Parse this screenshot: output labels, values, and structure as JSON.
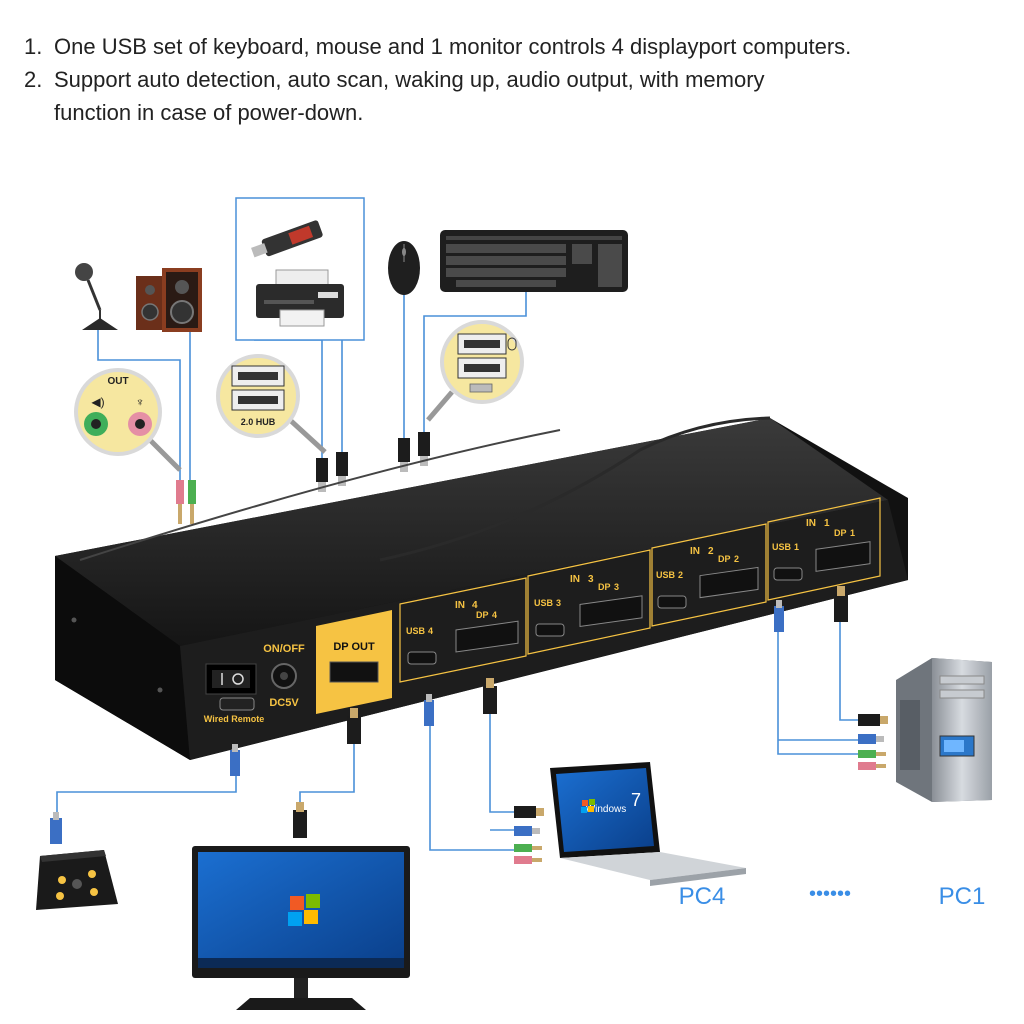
{
  "features": [
    {
      "num": "1.",
      "text": "One USB set of keyboard, mouse and 1 monitor controls 4 displayport computers."
    },
    {
      "num": "2.",
      "text": "Support auto detection, auto scan, waking up, audio output, with memory",
      "cont": "function in case of power-down."
    }
  ],
  "audio_callout": {
    "header": "OUT"
  },
  "usb_hub_label": "2.0 HUB",
  "front_panel": {
    "switch_label": "ON/OFF",
    "power_label": "DC5V",
    "remote_label": "Wired Remote",
    "dp_out_label": "DP OUT"
  },
  "ports": [
    {
      "in_label": "IN",
      "in_num": "4",
      "usb_label": "USB",
      "usb_num": "4",
      "dp_label": "DP",
      "dp_num": "4"
    },
    {
      "in_label": "IN",
      "in_num": "3",
      "usb_label": "USB",
      "usb_num": "3",
      "dp_label": "DP",
      "dp_num": "3"
    },
    {
      "in_label": "IN",
      "in_num": "2",
      "usb_label": "USB",
      "usb_num": "2",
      "dp_label": "DP",
      "dp_num": "2"
    },
    {
      "in_label": "IN",
      "in_num": "1",
      "usb_label": "USB",
      "usb_num": "1",
      "dp_label": "DP",
      "dp_num": "1"
    }
  ],
  "laptop_os": "Windows",
  "laptop_os_version": "7",
  "pc_labels": {
    "left": "PC4",
    "right": "PC1",
    "dots": "••••••"
  },
  "colors": {
    "accent_gold": "#f6c343",
    "cable_blue": "#4a90d9",
    "label_blue": "#3a8ee6",
    "body_dark": "#1b1b1b"
  }
}
